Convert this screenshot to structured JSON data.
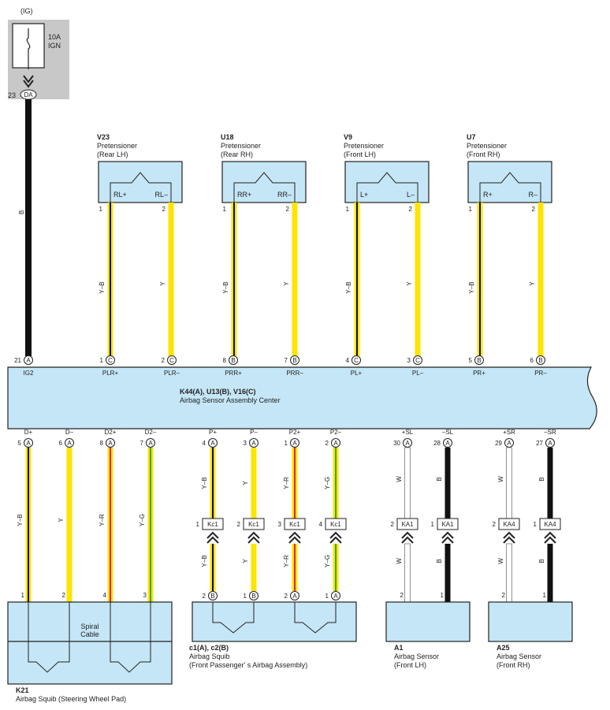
{
  "fuse": {
    "source": "(IG)",
    "rating": "10A",
    "name": "IGN",
    "pin": "23",
    "connector": "DA",
    "wire_color": "B"
  },
  "center": {
    "id": "K44(A), U13(B), V16(C)",
    "name": "Airbag Sensor Assembly Center",
    "top_pins": [
      {
        "pin": "21",
        "conn": "A",
        "label": "IG2"
      },
      {
        "pin": "1",
        "conn": "C",
        "label": "PLR+"
      },
      {
        "pin": "2",
        "conn": "C",
        "label": "PLR–"
      },
      {
        "pin": "8",
        "conn": "B",
        "label": "PRR+"
      },
      {
        "pin": "7",
        "conn": "B",
        "label": "PRR–"
      },
      {
        "pin": "4",
        "conn": "C",
        "label": "PL+"
      },
      {
        "pin": "3",
        "conn": "C",
        "label": "PL–"
      },
      {
        "pin": "5",
        "conn": "B",
        "label": "PR+"
      },
      {
        "pin": "6",
        "conn": "B",
        "label": "PR–"
      }
    ],
    "bottom_pins": [
      {
        "pin": "5",
        "conn": "A",
        "label": "D+"
      },
      {
        "pin": "6",
        "conn": "A",
        "label": "D–"
      },
      {
        "pin": "8",
        "conn": "A",
        "label": "D2+"
      },
      {
        "pin": "7",
        "conn": "A",
        "label": "D2–"
      },
      {
        "pin": "4",
        "conn": "A",
        "label": "P+"
      },
      {
        "pin": "3",
        "conn": "A",
        "label": "P–"
      },
      {
        "pin": "1",
        "conn": "A",
        "label": "P2+"
      },
      {
        "pin": "2",
        "conn": "A",
        "label": "P2–"
      },
      {
        "pin": "30",
        "conn": "A",
        "label": "+SL"
      },
      {
        "pin": "28",
        "conn": "A",
        "label": "–SL"
      },
      {
        "pin": "29",
        "conn": "A",
        "label": "+SR"
      },
      {
        "pin": "27",
        "conn": "A",
        "label": "–SR"
      }
    ]
  },
  "pretensioners": [
    {
      "id": "V23",
      "name": "Pretensioner",
      "side": "(Rear LH)",
      "t1": "RL+",
      "t2": "RL–",
      "p1": "1",
      "p2": "2",
      "w1": "Y–B",
      "w2": "Y"
    },
    {
      "id": "U18",
      "name": "Pretensioner",
      "side": "(Rear RH)",
      "t1": "RR+",
      "t2": "RR–",
      "p1": "1",
      "p2": "2",
      "w1": "Y–B",
      "w2": "Y"
    },
    {
      "id": "V9",
      "name": "Pretensioner",
      "side": "(Front LH)",
      "t1": "L+",
      "t2": "L–",
      "p1": "1",
      "p2": "2",
      "w1": "Y–B",
      "w2": "Y"
    },
    {
      "id": "U7",
      "name": "Pretensioner",
      "side": "(Front RH)",
      "t1": "R+",
      "t2": "R–",
      "p1": "1",
      "p2": "2",
      "w1": "Y–B",
      "w2": "Y"
    }
  ],
  "k21": {
    "id": "K21",
    "name": "Airbag Squib (Steering Wheel Pad)",
    "inner": [
      "Spiral",
      "Cable"
    ],
    "terms": [
      "D+",
      "D–",
      "D2+",
      "D2–"
    ],
    "pins": [
      "1",
      "2",
      "4",
      "3"
    ],
    "wires": [
      "Y–B",
      "Y",
      "Y–R",
      "Y–G"
    ]
  },
  "c1": {
    "id": "c1(A), c2(B)",
    "name": "Airbag Squib",
    "sub": "(Front Passenger' s Airbag Assembly)",
    "terms": [
      "P+",
      "P–",
      "P2+",
      "P2–"
    ],
    "pins": [
      {
        "pin": "2",
        "conn": "B"
      },
      {
        "pin": "1",
        "conn": "B"
      },
      {
        "pin": "2",
        "conn": "A"
      },
      {
        "pin": "1",
        "conn": "A"
      }
    ],
    "joint": [
      {
        "pin": "1",
        "name": "Kc1"
      },
      {
        "pin": "2",
        "name": "Kc1"
      },
      {
        "pin": "3",
        "name": "Kc1"
      },
      {
        "pin": "4",
        "name": "Kc1"
      }
    ],
    "wires": [
      "Y–B",
      "Y",
      "Y–R",
      "Y–G"
    ]
  },
  "a1": {
    "id": "A1",
    "name": "Airbag Sensor",
    "side": "(Front LH)",
    "terms": [
      "+SL",
      "–SL"
    ],
    "pins": [
      "2",
      "1"
    ],
    "joint": [
      {
        "pin": "2",
        "name": "KA1"
      },
      {
        "pin": "1",
        "name": "KA1"
      }
    ],
    "wires": [
      "W",
      "B"
    ]
  },
  "a25": {
    "id": "A25",
    "name": "Airbag Sensor",
    "side": "(Front RH)",
    "terms": [
      "+SR",
      "–SR"
    ],
    "pins": [
      "2",
      "1"
    ],
    "joint": [
      {
        "pin": "2",
        "name": "KA4"
      },
      {
        "pin": "1",
        "name": "KA4"
      }
    ],
    "wires": [
      "W",
      "B"
    ]
  },
  "colors": {
    "component_fill": "#c5e6f6",
    "yellow": "#ffe400",
    "black": "#111111",
    "red": "#e0262b",
    "green": "#3aa635",
    "white_wire": "#ffffff",
    "fuse_bg": "#c8c8c8"
  }
}
